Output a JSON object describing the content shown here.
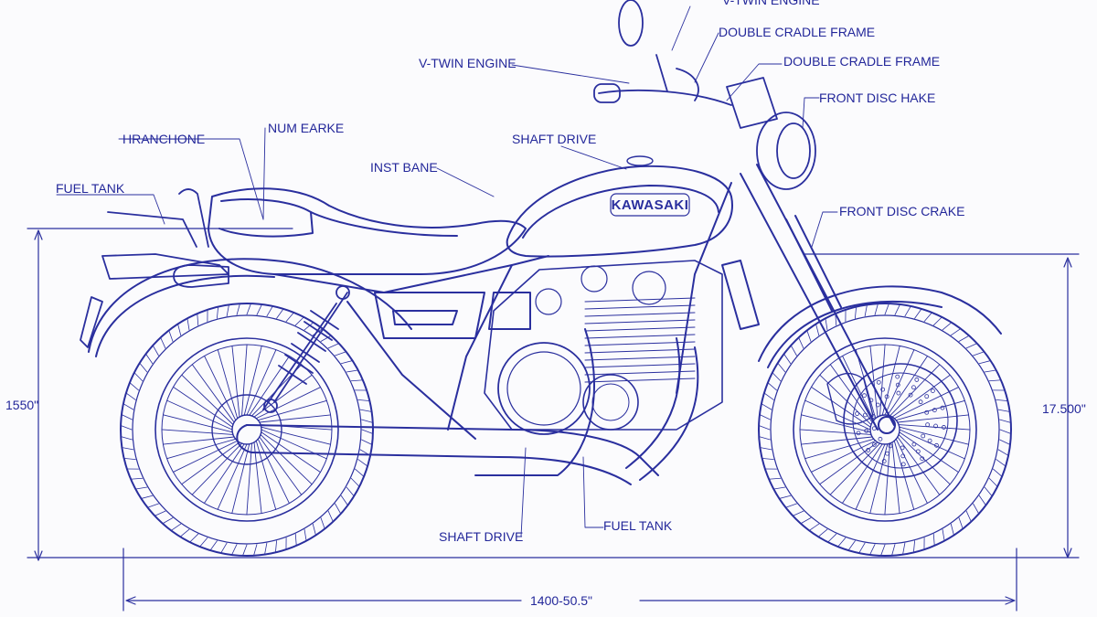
{
  "labels": {
    "top_cut": "V-TWIN ENGINE",
    "double_cradle_1": "DOUBLE CRADLE FRAME",
    "double_cradle_2": "DOUBLE CRADLE FRAME",
    "v_twin": "V-TWIN ENGINE",
    "front_disc_hake": "FRONT DISC HAKE",
    "hranchone": "HRANCHONE",
    "num_earke": "NUM EARKE",
    "shaft_drive_top": "SHAFT DRIVE",
    "inst_bane": "INST BANE",
    "fuel_tank_left": "FUEL TANK",
    "front_disc_crake": "FRONT DISC CRAKE",
    "shaft_drive_bottom": "SHAFT DRIVE",
    "fuel_tank_bottom": "FUEL TANK"
  },
  "dimensions": {
    "left_height": "1550\"",
    "right_height": "17.500\"",
    "length": "1400-50.5\""
  },
  "brand": "KAWASAKI",
  "colors": {
    "ink": "#2a2f9e",
    "paper": "#fbfbfd"
  }
}
